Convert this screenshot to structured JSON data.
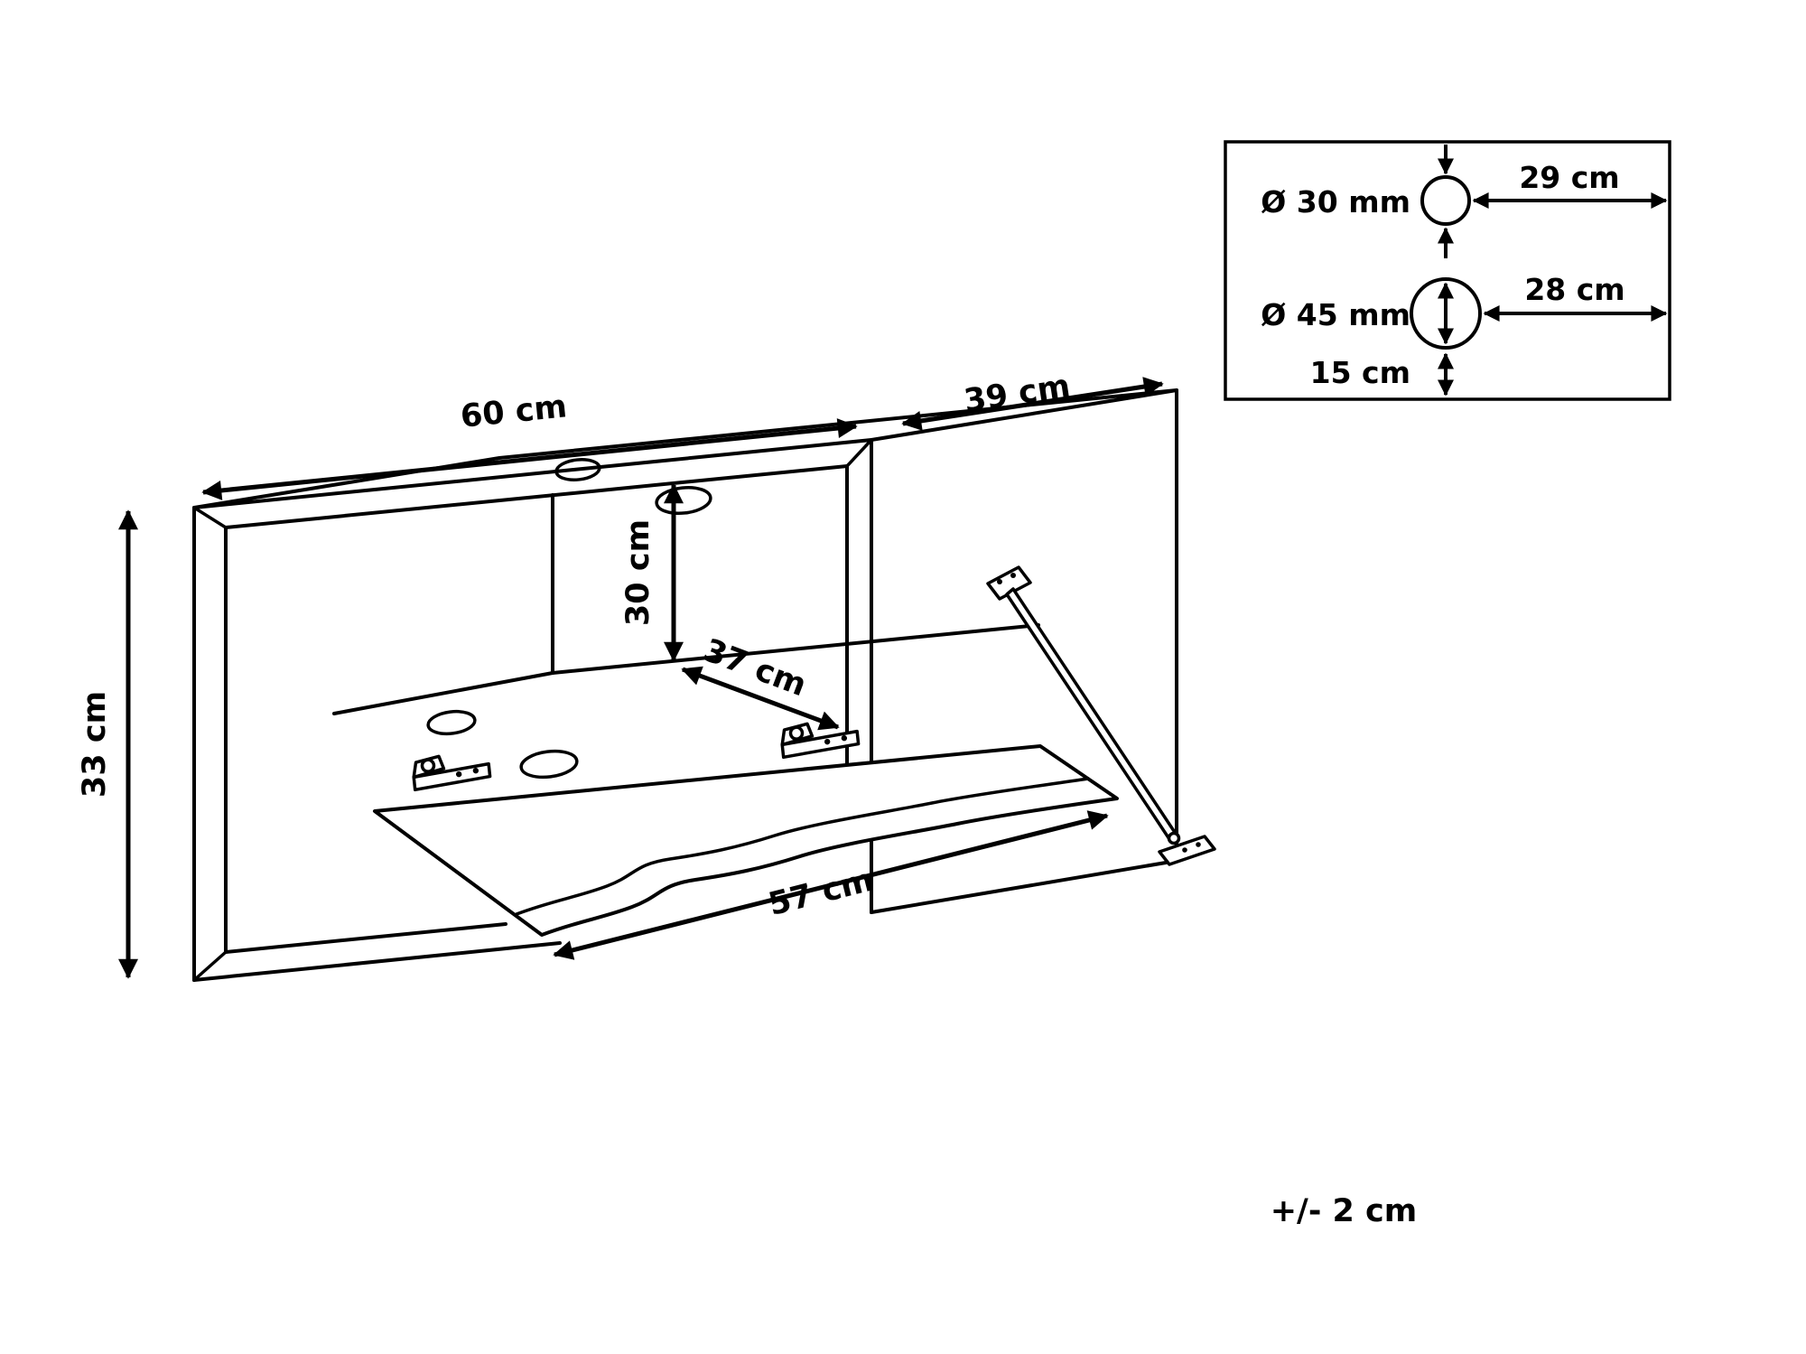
{
  "diagram": {
    "title_hint": "cabinet-dimension-drawing",
    "dimensions": {
      "width": "60 cm",
      "depth": "39 cm",
      "height": "33 cm",
      "interior_height": "30 cm",
      "interior_depth": "37 cm",
      "door_width": "57 cm"
    },
    "tolerance": "+/- 2 cm",
    "inset": {
      "hole_small_diameter": "Ø 30 mm",
      "hole_small_offset": "29 cm",
      "hole_large_diameter": "Ø 45 mm",
      "hole_large_offset": "28 cm",
      "hole_large_bottom_offset": "15 cm"
    },
    "colors": {
      "line": "#000000",
      "background": "#ffffff"
    }
  }
}
